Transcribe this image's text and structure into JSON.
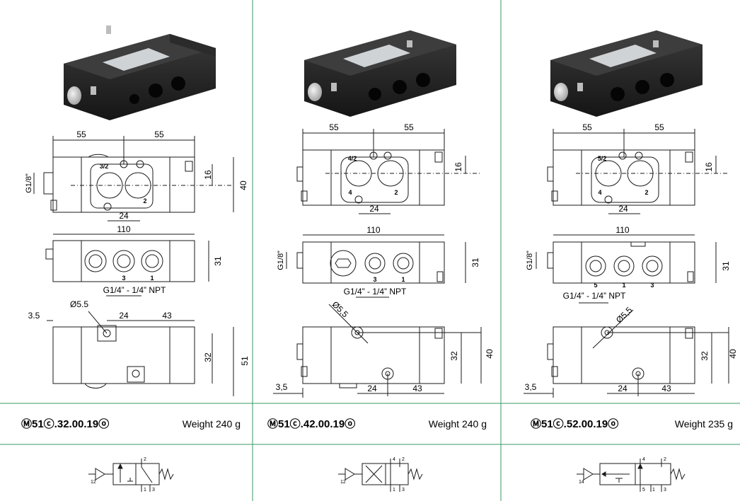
{
  "colors": {
    "divider": "#3a9a63",
    "line": "#1a1a1a",
    "body": "#1e1e1e"
  },
  "columns": [
    {
      "model": "Ⓜ51ⓒ.32.00.19ⓞ",
      "weight": "Weight 240 g",
      "top_port": "3/2",
      "port_bl": "",
      "port_br": "2",
      "side_ports": [
        "3",
        "1"
      ],
      "dims": {
        "left": "55",
        "right": "55",
        "h16": "16",
        "h40": "40",
        "w24": "24",
        "w110": "110",
        "h31": "31",
        "g18": "G1/8”",
        "npt": "G1/4” - 1/4” NPT",
        "dia": "Ø5.5",
        "w3_5": "3.5",
        "b24": "24",
        "b43": "43",
        "h32": "32",
        "h51": "51"
      },
      "symbol": {
        "pilot": "12",
        "ports_top": [
          "2"
        ],
        "ports_bottom": [
          "1",
          "3"
        ]
      }
    },
    {
      "model": "Ⓜ51ⓒ.42.00.19ⓞ",
      "weight": "Weight 240 g",
      "top_port": "4/2",
      "port_bl": "4",
      "port_br": "2",
      "side_ports": [
        "3",
        "1"
      ],
      "dims": {
        "left": "55",
        "right": "55",
        "h16": "16",
        "w24": "24",
        "w110": "110",
        "h31": "31",
        "g18": "G1/8”",
        "npt": "G1/4” - 1/4” NPT",
        "dia": "Ø5,5",
        "w3_5": "3,5",
        "b24": "24",
        "b43": "43",
        "h32": "32",
        "h40": "40"
      },
      "symbol": {
        "pilot": "12",
        "ports_top": [
          "4",
          "2"
        ],
        "ports_bottom": [
          "1",
          "3"
        ]
      }
    },
    {
      "model": "Ⓜ51ⓒ.52.00.19ⓞ",
      "weight": "Weight 235 g",
      "top_port": "5/2",
      "port_bl": "4",
      "port_br": "2",
      "side_ports": [
        "5",
        "1",
        "3"
      ],
      "dims": {
        "left": "55",
        "right": "55",
        "h16": "16",
        "w24": "24",
        "w110": "110",
        "h31": "31",
        "g18": "G1/8”",
        "npt": "G1/4” - 1/4” NPT",
        "dia": "Ø5,5",
        "w3_5": "3,5",
        "b24": "24",
        "b43": "43",
        "h32": "32",
        "h40": "40"
      },
      "symbol": {
        "pilot": "14",
        "ports_top": [
          "4",
          "2"
        ],
        "ports_bottom": [
          "5",
          "1",
          "3"
        ]
      }
    }
  ]
}
